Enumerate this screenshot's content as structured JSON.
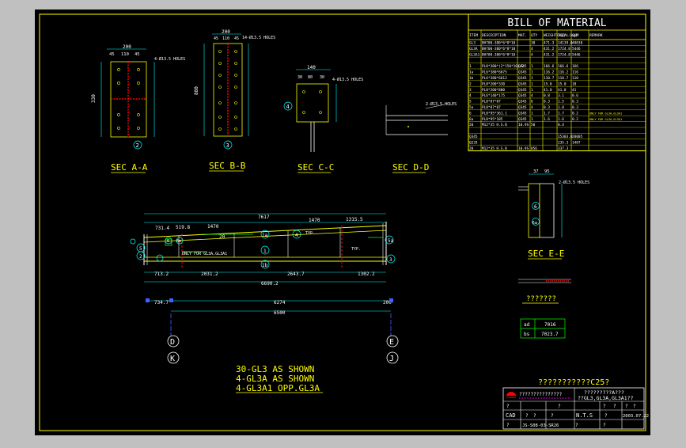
{
  "colors": {
    "frame_bg": "#c0c0c0",
    "sheet_bg": "#000000",
    "line_yellow": "#ffff00",
    "line_cyan": "#00ffff",
    "line_white": "#ffffff",
    "line_red": "#ff0000",
    "line_green": "#00ff00",
    "line_magenta": "#ff00ff",
    "line_blue": "#4060ff"
  },
  "sections": {
    "a": {
      "title": "SEC A-A",
      "dim_top": "200",
      "dim_top_parts": [
        "45",
        "110",
        "45"
      ],
      "dim_side": "330",
      "note": "4-Ø13.5 HOLES",
      "callout": "2"
    },
    "b": {
      "title": "SEC B-B",
      "dim_top": "200",
      "dim_top_parts": [
        "45",
        "110",
        "45"
      ],
      "dim_side": "880",
      "note": "14-Ø13.5 HOLES",
      "callout": "3"
    },
    "c": {
      "title": "SEC C-C",
      "dim_top": "140",
      "dim_top_parts": [
        "30",
        "80",
        "30"
      ],
      "note": "4-Ø13.5 HOLES",
      "callout": "4"
    },
    "d": {
      "title": "SEC D-D",
      "note": "2-Ø13.5 HOLES"
    },
    "e": {
      "title": "SEC E-E",
      "dim_top": [
        "37",
        "95"
      ],
      "note": "2-Ø13.5 HOLES",
      "callouts": [
        "6",
        "6a"
      ]
    }
  },
  "bom": {
    "title": "BILL OF MATERIAL",
    "headers": [
      "ITEM",
      "DESCRIPTION",
      "MAT.",
      "QTY",
      "WEIGHT(kg)",
      "TOTAL(kg)",
      "SUM",
      "REMARK"
    ],
    "rows": [
      [
        "GL3",
        "BH700-380*6*8*10",
        "",
        "30",
        "471.3",
        "14139.0",
        "48030",
        ""
      ],
      [
        "GL3A",
        "BH700-380*6*8*10",
        "",
        "4",
        "431.2",
        "1724.8",
        "5446",
        ""
      ],
      [
        "GL3A1",
        "BH700-380*6*8*10",
        "",
        "4",
        "431.2",
        "1724.8",
        "5446",
        ""
      ],
      [
        "",
        "",
        "",
        "",
        "",
        "",
        "",
        ""
      ],
      [
        "1",
        "PL8*380*(2*150*10)/2",
        "Q345",
        "1",
        "166.6",
        "166.6",
        "166",
        ""
      ],
      [
        "1a",
        "PL6*380*6675",
        "Q345",
        "1",
        "116.2",
        "116.2",
        "116",
        ""
      ],
      [
        "1b",
        "PL6*380*6612",
        "Q345",
        "1",
        "110.7",
        "110.7",
        "110",
        ""
      ],
      [
        "2",
        "PL8*200*330",
        "Q345",
        "1",
        "15.0",
        "15.0",
        "18",
        ""
      ],
      [
        "3",
        "PL8*200*880",
        "Q345",
        "1",
        "41.0",
        "41.0",
        "41",
        ""
      ],
      [
        "4",
        "PL6*140*175",
        "Q345",
        "4",
        "0.8",
        "3.1",
        "0.6",
        ""
      ],
      [
        "5",
        "PL8*87*87",
        "Q345",
        "6",
        "0.3",
        "1.5",
        "0.3",
        ""
      ],
      [
        "5a",
        "PL8*87*87",
        "Q345",
        "4",
        "0.3",
        "1.0",
        "0.3",
        ""
      ],
      [
        "6",
        "PL8*95*361.1",
        "Q345",
        "1",
        "1.7",
        "1.7",
        "0.2",
        "ONLY FOR GL3A,GL3A1"
      ],
      [
        "6a",
        "PL8*95*185",
        "Q345",
        "1",
        "1.6",
        "1.6",
        "0.2",
        "ONLY FOR GL3A,GL3A1"
      ],
      [
        "20",
        "M12*35 H.S.B",
        "10.9S",
        "50",
        "",
        "8.4",
        "",
        ""
      ],
      [
        "",
        "",
        "",
        "",
        "",
        "",
        "",
        ""
      ],
      [
        "Q345",
        "",
        "",
        "",
        "",
        "15303.0",
        "20005",
        ""
      ],
      [
        "Q235",
        "",
        "",
        "",
        "",
        "235.3",
        "1487",
        ""
      ],
      [
        "20",
        "M12*35 H.S.B",
        "10.9S",
        "856",
        "",
        "337.3",
        "",
        ""
      ]
    ]
  },
  "elevation": {
    "top_dims": [
      "7617",
      "1470",
      "1470",
      "1315.5",
      "731.4",
      "519.8",
      "1470",
      "1470"
    ],
    "bottom_dims": [
      "713.2",
      "2031.2",
      "2643.7",
      "1302.2"
    ],
    "overall_dim": "6690.2",
    "span_dims": [
      "734.7",
      "6274",
      "200"
    ],
    "grid_dim": "6500",
    "note_typ": "TYP.",
    "note_only": "ONLY FOR GL3A,GL3A1",
    "callouts": [
      "1",
      "1a",
      "1b",
      "2",
      "3",
      "4",
      "5",
      "5a",
      "6",
      "6a",
      "20"
    ],
    "axis_top": [
      "D",
      "E"
    ],
    "axis_bottom": [
      "K",
      "J"
    ]
  },
  "legend": {
    "title": "???????",
    "table": [
      [
        "ad",
        "7016"
      ],
      [
        "bs",
        "7023.7"
      ]
    ]
  },
  "notes": {
    "lines": [
      "30-GL3 AS SHOWN",
      "4-GL3A AS SHOWN",
      "4-GL3A1 OPP.GL3A"
    ]
  },
  "title_block": {
    "banner": "???????????C25?",
    "company": "???????????????",
    "drawing_title": "?????????A???",
    "drawing_sub": "??GL3,GL3A,GL3A1??",
    "cells": {
      "r1": [
        "?",
        "?",
        "?",
        "?",
        "?",
        "?"
      ],
      "cad": "CAD",
      "mid": [
        "?",
        "?",
        "?"
      ],
      "scale": "N.T.S",
      "sheet": "?",
      "date": "2003.07.22",
      "drawing_no": "JS-S08-03-SR26",
      "sheet_no": "?",
      "rev": "?",
      "count": "?"
    }
  }
}
